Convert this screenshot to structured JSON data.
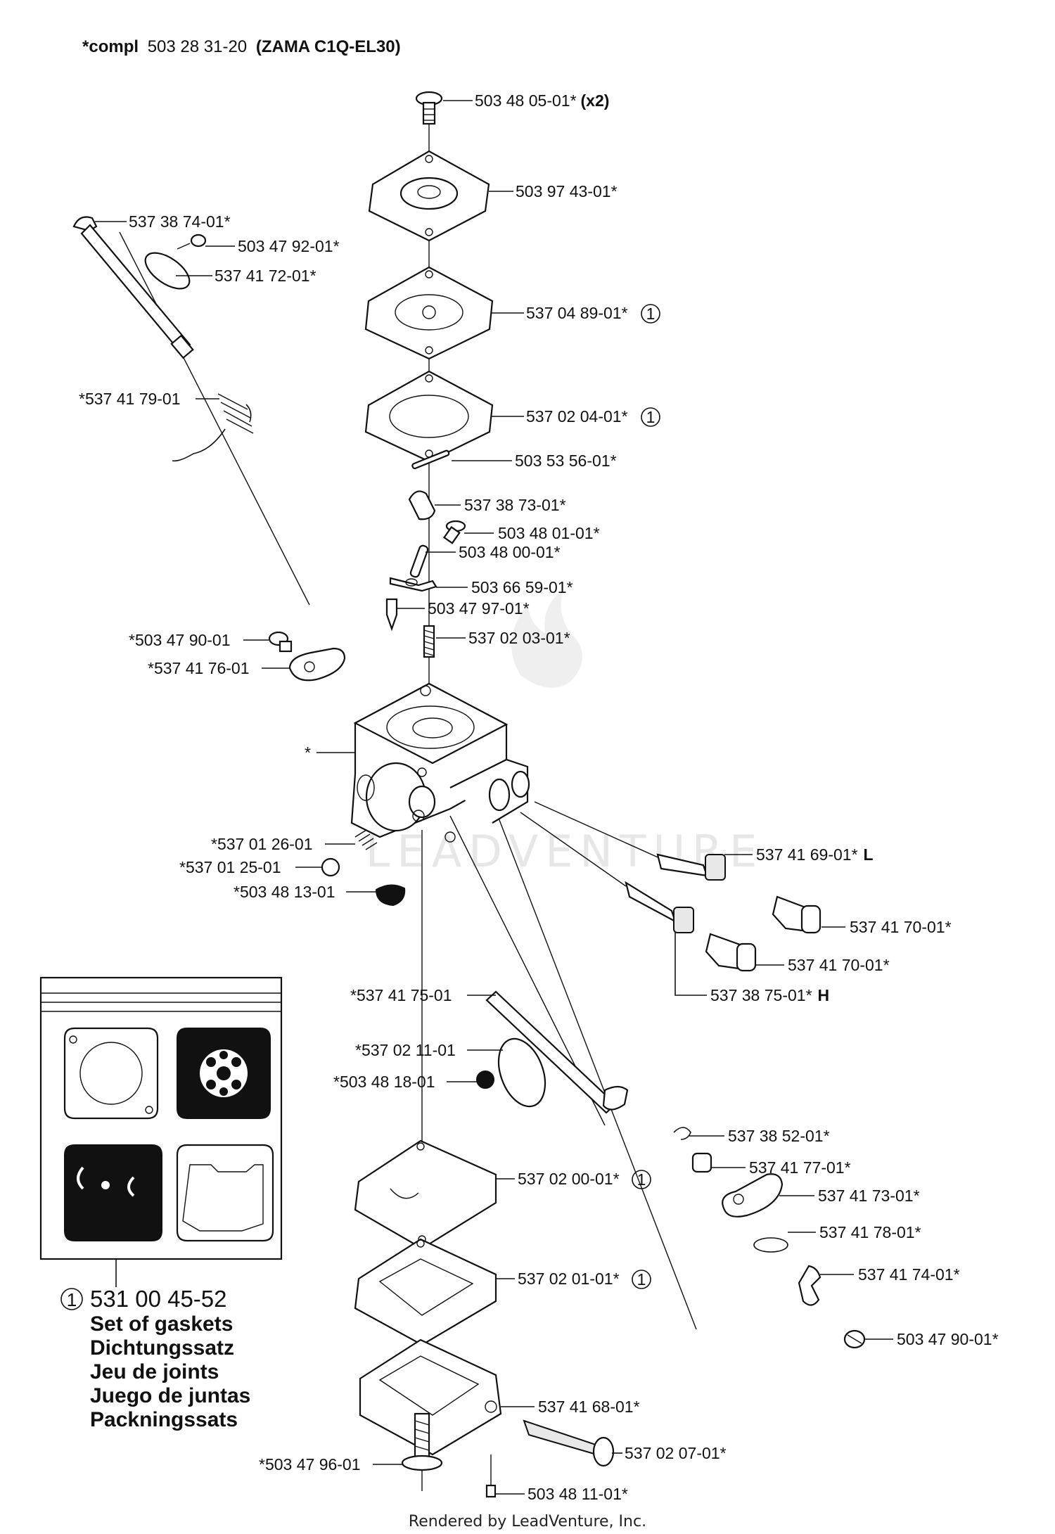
{
  "title": {
    "prefix": "*compl",
    "number": "503 28 31-20",
    "model": "(ZAMA C1Q-EL30)"
  },
  "callouts": [
    {
      "id": "screw-top",
      "text": "503 48 05-01*",
      "suffix": "(x2)"
    },
    {
      "id": "pump-cover",
      "text": "503 97 43-01*"
    },
    {
      "id": "choke-shaft",
      "text": "537 38 74-01*"
    },
    {
      "id": "choke-screw",
      "text": "503 47 92-01*"
    },
    {
      "id": "choke-plate",
      "text": "537 41 72-01*"
    },
    {
      "id": "pump-diaphragm",
      "text": "537 04 89-01*",
      "kit": "1"
    },
    {
      "id": "choke-spring",
      "text": "*537 41 79-01"
    },
    {
      "id": "pump-gasket",
      "text": "537 02 04-01*",
      "kit": "1"
    },
    {
      "id": "pin",
      "text": "503 53 56-01*"
    },
    {
      "id": "inlet-screen",
      "text": "537 38 73-01*"
    },
    {
      "id": "lever-screw",
      "text": "503 48 01-01*"
    },
    {
      "id": "lever-pin",
      "text": "503 48 00-01*"
    },
    {
      "id": "inlet-lever",
      "text": "503 66 59-01*"
    },
    {
      "id": "inlet-needle",
      "text": "503 47 97-01*"
    },
    {
      "id": "metering-spring",
      "text": "537 02 03-01*"
    },
    {
      "id": "bracket-screw",
      "text": "*503 47 90-01"
    },
    {
      "id": "bracket",
      "text": "*537 41 76-01"
    },
    {
      "id": "body",
      "text": "*"
    },
    {
      "id": "idle-spring",
      "text": "*537 01 26-01"
    },
    {
      "id": "ball",
      "text": "*537 01 25-01"
    },
    {
      "id": "welch-plug",
      "text": "*503 48 13-01"
    },
    {
      "id": "needle-l",
      "text": "537 41 69-01*",
      "suffix": "L"
    },
    {
      "id": "limiter-1",
      "text": "537 41 70-01*"
    },
    {
      "id": "limiter-2",
      "text": "537 41 70-01*"
    },
    {
      "id": "needle-h",
      "text": "537 38 75-01*",
      "suffix": "H"
    },
    {
      "id": "throttle-shaft",
      "text": "*537 41 75-01"
    },
    {
      "id": "throttle-plate",
      "text": "*537 02 11-01"
    },
    {
      "id": "throttle-screw",
      "text": "*503 48 18-01"
    },
    {
      "id": "clip",
      "text": "537 38 52-01*"
    },
    {
      "id": "bushing",
      "text": "537 41 77-01*"
    },
    {
      "id": "throttle-lever",
      "text": "537 41 73-01*"
    },
    {
      "id": "ring",
      "text": "537 41 78-01*"
    },
    {
      "id": "cam",
      "text": "537 41 74-01*"
    },
    {
      "id": "cam-screw",
      "text": "503 47 90-01*"
    },
    {
      "id": "metering-gasket",
      "text": "537 02 00-01*",
      "kit": "1"
    },
    {
      "id": "metering-diaphragm",
      "text": "537 02 01-01*",
      "kit": "1"
    },
    {
      "id": "metering-cover",
      "text": "537 41 68-01*"
    },
    {
      "id": "idle-screw",
      "text": "537 02 07-01*"
    },
    {
      "id": "cover-screw",
      "text": "*503 47 96-01"
    },
    {
      "id": "plug",
      "text": "503 48 11-01*"
    }
  ],
  "kit": {
    "marker": "1",
    "number": "531 00 45-52",
    "names": [
      "Set of gaskets",
      "Dichtungssatz",
      "Jeu de joints",
      "Juego de juntas",
      "Packningssats"
    ]
  },
  "watermark": "LEADVENTURE",
  "footer": "Rendered by LeadVenture, Inc."
}
